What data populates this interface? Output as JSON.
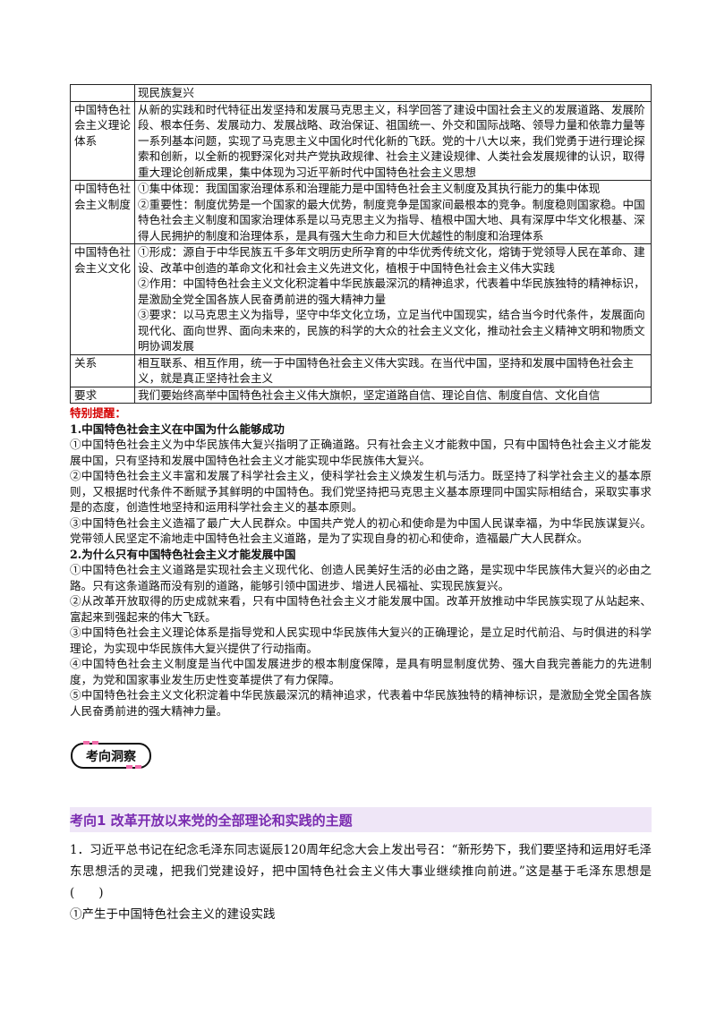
{
  "table": {
    "row0": {
      "text": "现民族复兴"
    },
    "row1": {
      "label": "中国特色社会主义理论体系",
      "text": "从新的实践和时代特征出发坚持和发展马克思主义，科学回答了建设中国社会主义的发展道路、发展阶段、根本任务、发展动力、发展战略、政治保证、祖国统一、外交和国际战略、领导力量和依靠力量等一系列基本问题，实现了马克思主义中国化时代化新的飞跃。党的十八大以来，我们党勇于进行理论探索和创新，以全新的视野深化对共产党执政规律、社会主义建设规律、人类社会发展规律的认识，取得重大理论创新成果，集中体现为习近平新时代中国特色社会主义思想"
    },
    "row2": {
      "label": "中国特色社会主义制度",
      "p1": "①集中体现：我国国家治理体系和治理能力是中国特色社会主义制度及其执行能力的集中体现",
      "p2": "②重要性：制度优势是一个国家的最大优势，制度竞争是国家间最根本的竞争。制度稳则国家稳。中国特色社会主义制度和国家治理体系是以马克思主义为指导、植根中国大地、具有深厚中华文化根基、深得人民拥护的制度和治理体系，是具有强大生命力和巨大优越性的制度和治理体系"
    },
    "row3": {
      "label": "中国特色社会主义文化",
      "p1": "①形成：源自于中华民族五千多年文明历史所孕育的中华优秀传统文化，熔铸于党领导人民在革命、建设、改革中创造的革命文化和社会主义先进文化，植根于中国特色社会主义伟大实践",
      "p2": "②作用：中国特色社会主义文化积淀着中华民族最深沉的精神追求，代表着中华民族独特的精神标识，是激励全党全国各族人民奋勇前进的强大精神力量",
      "p3": "③要求：以马克思主义为指导，坚守中华文化立场，立足当代中国现实，结合当今时代条件，发展面向现代化、面向世界、面向未来的，民族的科学的大众的社会主义文化，推动社会主义精神文明和物质文明协调发展"
    },
    "row4": {
      "label": "关系",
      "text": "相互联系、相互作用，统一于中国特色社会主义伟大实践。在当代中国，坚持和发展中国特色社会主义，就是真正坚持社会主义"
    },
    "row5": {
      "label": "要求",
      "text": "我们要始终高举中国特色社会主义伟大旗帜，坚定道路自信、理论自信、制度自信、文化自信"
    }
  },
  "tips": {
    "heading": "特别提醒：",
    "q1": {
      "title": "1.中国特色社会主义在中国为什么能够成功",
      "items": [
        "①中国特色社会主义为中华民族伟大复兴指明了正确道路。只有社会主义才能救中国，只有中国特色社会主义才能发展中国，只有坚持和发展中国特色社会主义才能实现中华民族伟大复兴。",
        "②中国特色社会主义丰富和发展了科学社会主义，使科学社会主义焕发生机与活力。既坚持了科学社会主义的基本原则，又根据时代条件不断赋予其鲜明的中国特色。我们党坚持把马克思主义基本原理同中国实际相结合，采取实事求是的态度，创造性地坚持和运用科学社会主义的基本原则。",
        "③中国特色社会主义造福了最广大人民群众。中国共产党人的初心和使命是为中国人民谋幸福，为中华民族谋复兴。党带领人民坚定不渝地走中国特色社会主义道路，是为了实现自身的初心和使命，造福最广大人民群众。"
      ]
    },
    "q2": {
      "title": "2.为什么只有中国特色社会主义才能发展中国",
      "items": [
        "①中国特色社会主义道路是实现社会主义现代化、创造人民美好生活的必由之路，是实现中华民族伟大复兴的必由之路。只有这条道路而没有别的道路，能够引领中国进步、增进人民福祉、实现民族复兴。",
        "②从改革开放取得的历史成就来看，只有中国特色社会主义才能发展中国。改革开放推动中华民族实现了从站起来、富起来到强起来的伟大飞跃。",
        "③中国特色社会主义理论体系是指导党和人民实现中华民族伟大复兴的正确理论，是立足时代前沿、与时俱进的科学理论，为实现中华民族伟大复兴提供了行动指南。",
        "④中国特色社会主义制度是当代中国发展进步的根本制度保障，是具有明显制度优势、强大自我完善能力的先进制度，为党和国家事业发生历史性变革提供了有力保障。",
        "⑤中国特色社会主义文化积淀着中华民族最深沉的精神追求，代表着中华民族独特的精神标识，是激励全党全国各族人民奋勇前进的强大精神力量。"
      ]
    }
  },
  "badge": {
    "label": "考向洞察"
  },
  "section": {
    "title": "考向1 改革开放以来党的全部理论和实践的主题"
  },
  "question": {
    "stem": "1．习近平总书记在纪念毛泽东同志诞辰120周年纪念大会上发出号召：“新形势下，我们要坚持和运用好毛泽东思想活的灵魂，把我们党建设好，把中国特色社会主义伟大事业继续推向前进。”这是基于毛泽东思想是(　　)",
    "option1": "①产生于中国特色社会主义的建设实践"
  },
  "colors": {
    "tip_red": "#d40000",
    "section_purple": "#7a2bb0",
    "section_bg": "#efe6f7",
    "badge_pink": "#f06aa8"
  }
}
